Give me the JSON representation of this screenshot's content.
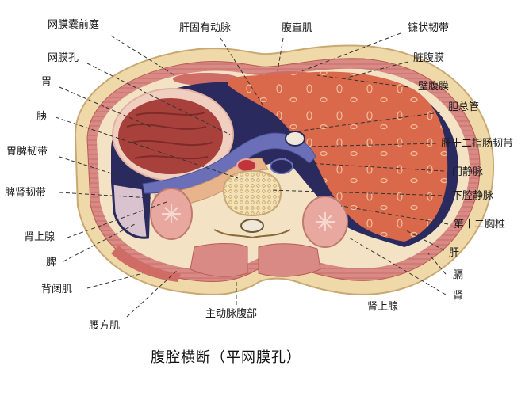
{
  "figure": {
    "title": "腹腔横断（平网膜孔）",
    "colors": {
      "background": "#ffffff",
      "skin_fat": "#efd9a8",
      "muscle": "#d98a84",
      "muscle_dark": "#c0605c",
      "peritoneal_cavity": "#2a2a5e",
      "vein_blue": "#6a6fb8",
      "liver": "#d9694a",
      "stomach_mucosa": "#a8403c",
      "spleen": "#d9c3cf",
      "aorta": "#c0353a",
      "vertebra": "#f3e6be",
      "kidney": "#e8a8a0",
      "label_line": "#333333"
    }
  },
  "labels": {
    "left": [
      {
        "text": "网膜囊前庭"
      },
      {
        "text": "网膜孔"
      },
      {
        "text": "胃"
      },
      {
        "text": "胰"
      },
      {
        "text": "胃脾韧带"
      },
      {
        "text": "脾肾韧带"
      },
      {
        "text": "肾上腺"
      },
      {
        "text": "脾"
      },
      {
        "text": "背阔肌"
      },
      {
        "text": "腰方肌"
      }
    ],
    "top": [
      {
        "text": "肝固有动脉"
      },
      {
        "text": "腹直肌"
      }
    ],
    "right": [
      {
        "text": "镰状韧带"
      },
      {
        "text": "脏腹膜"
      },
      {
        "text": "壁腹膜"
      },
      {
        "text": "胆总管"
      },
      {
        "text": "肝十二指肠韧带"
      },
      {
        "text": "门静脉"
      },
      {
        "text": "下腔静脉"
      },
      {
        "text": "第十二胸椎"
      },
      {
        "text": "肝"
      },
      {
        "text": "膈"
      },
      {
        "text": "肾"
      }
    ],
    "bottom": [
      {
        "text": "主动脉腹部"
      },
      {
        "text": "肾上腺"
      }
    ]
  }
}
